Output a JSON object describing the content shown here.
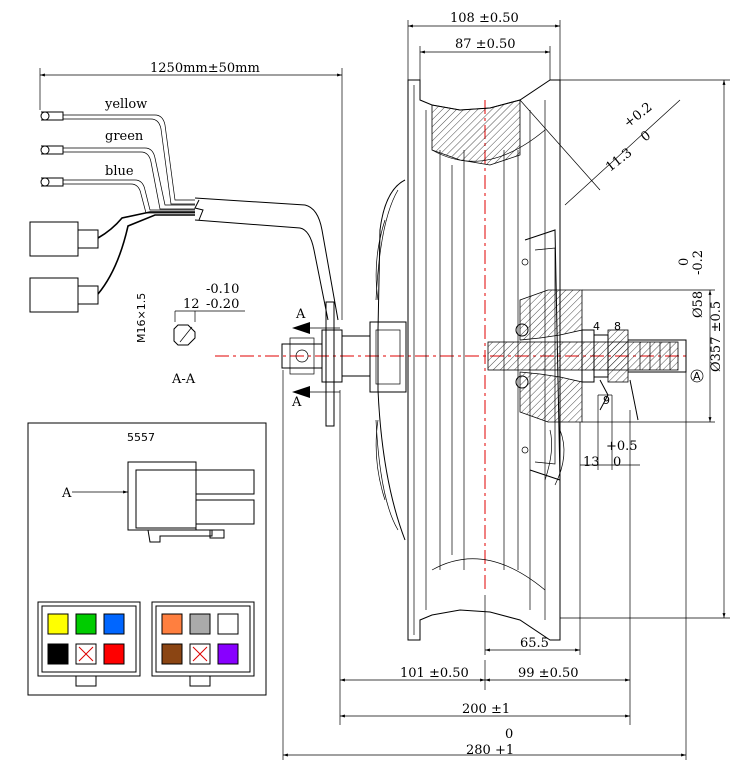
{
  "wires": {
    "cable_length": "1250mm±50mm",
    "labels": [
      "yellow",
      "green",
      "blue"
    ]
  },
  "bolt": {
    "thread": "M16×1.5",
    "width_nominal": "12",
    "tol_upper": "-0.10",
    "tol_lower": "-0.20",
    "section_label": "A-A"
  },
  "connector": {
    "model": "5557",
    "arrow_label": "A",
    "left_pins": [
      "#ffff00",
      "#00cc00",
      "#0066ff",
      "#000000",
      "x",
      "#ff0000"
    ],
    "right_pins": [
      "#ff7f3f",
      "#aaaaaa",
      "#ffffff",
      "#8b4513",
      "x",
      "#8800ff"
    ]
  },
  "section_markers": {
    "top": "A",
    "bottom": "A"
  },
  "dimensions": {
    "top1": "108 ±0.50",
    "top2": "87 ±0.50",
    "angle_tol_upper": "+0.2",
    "angle_tol_lower": "0",
    "angle_value": "11.3",
    "dia58_tol_upper": "0",
    "dia58_tol_lower": "-0.2",
    "dia58": "Ø58",
    "dia357": "Ø357 ±0.5",
    "axis_symbol": "A",
    "d4": "4",
    "d8": "8",
    "d9": "9",
    "d13": "13",
    "d13_tol_upper": "+0.5",
    "d13_tol_lower": "0",
    "d65": "65.5",
    "d101": "101 ±0.50",
    "d99": "99 ±0.50",
    "d200": "200 ±1",
    "d280_tol": "0",
    "d280": "280 +1"
  }
}
